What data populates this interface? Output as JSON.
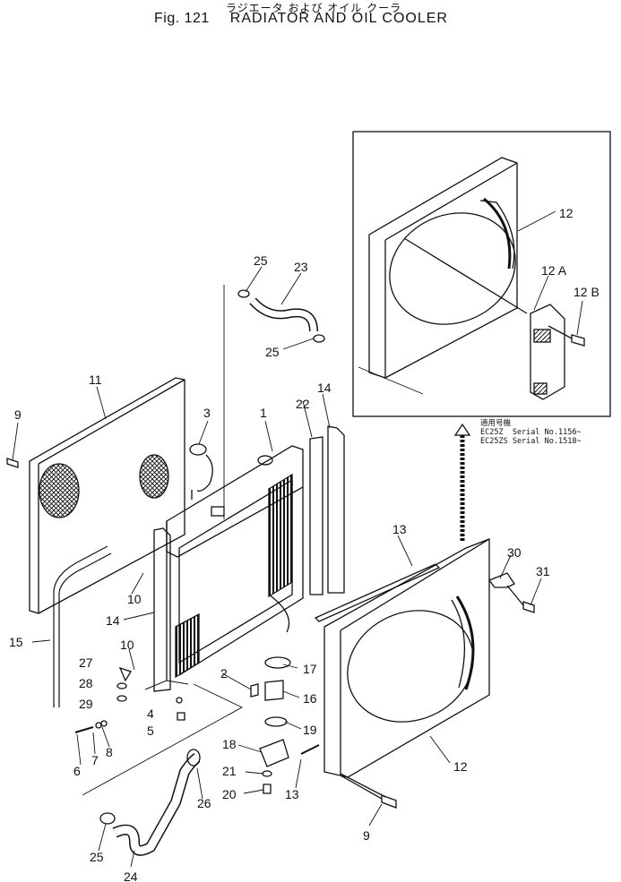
{
  "header": {
    "japanese_title": "ラジエータ および オイル クーラ",
    "fig_label": "Fig. 121",
    "title": "RADIATOR AND OIL COOLER"
  },
  "serial_note": {
    "heading": "適用号機",
    "lines": [
      "EC25Z  Serial No.1156~",
      "EC25ZS Serial No.1518~"
    ]
  },
  "callouts": [
    "1",
    "2",
    "3",
    "4",
    "5",
    "6",
    "7",
    "8",
    "9",
    "9",
    "10",
    "10",
    "11",
    "12",
    "12",
    "12 A",
    "12 B",
    "13",
    "13",
    "14",
    "14",
    "15",
    "16",
    "17",
    "18",
    "19",
    "20",
    "21",
    "22",
    "23",
    "24",
    "25",
    "25",
    "25",
    "26",
    "27",
    "28",
    "29",
    "30",
    "31"
  ]
}
